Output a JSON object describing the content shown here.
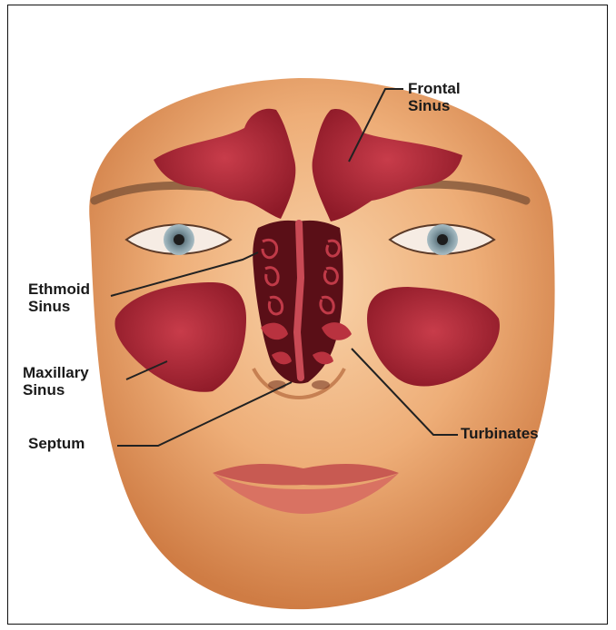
{
  "colors": {
    "skin_light": "#f6c89a",
    "skin_mid": "#e9a06a",
    "skin_dark": "#c8733e",
    "sinus_red": "#b52a3a",
    "sinus_dark": "#7a1220",
    "cavity_dark": "#5a0f17",
    "leader_line": "#222222"
  },
  "labels": {
    "frontal": "Frontal\nSinus",
    "ethmoid": "Ethmoid\nSinus",
    "maxillary": "Maxillary\nSinus",
    "septum": "Septum",
    "turbinates": "Turbinates"
  }
}
